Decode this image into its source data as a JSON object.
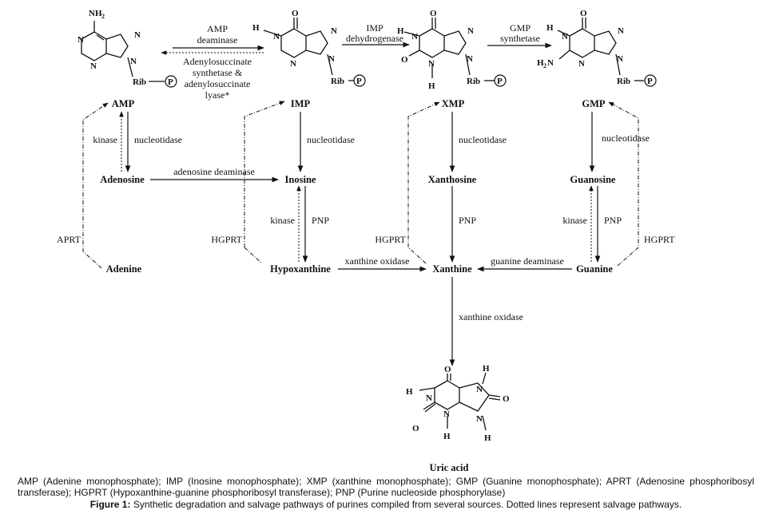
{
  "structures": {
    "amp": {
      "nh2": "NH",
      "nh2_sub": "2",
      "n": "N",
      "rib": "Rib",
      "p": "P"
    },
    "imp": {
      "h": "H",
      "n": "N",
      "o": "O",
      "rib": "Rib",
      "p": "P"
    },
    "xmp": {
      "h": "H",
      "n": "N",
      "o": "O",
      "rib": "Rib",
      "p": "P"
    },
    "gmp": {
      "h": "H",
      "n": "N",
      "o": "O",
      "h2n": "H",
      "h2n_sub": "2",
      "h2n_n": "N",
      "rib": "Rib",
      "p": "P"
    },
    "uric": {
      "h": "H",
      "n": "N",
      "o": "O"
    }
  },
  "top_reactions": {
    "amp_deaminase": [
      "AMP",
      "deaminase"
    ],
    "adenylosuccinate": [
      "Adenylosuccinate",
      "synthetase &",
      "adenylosuccinate",
      "lyase*"
    ],
    "imp_dehydrogenase": [
      "IMP",
      "dehydrogenase"
    ],
    "gmp_synthetase": [
      "GMP",
      "synthetase"
    ]
  },
  "nodes": {
    "amp": "AMP",
    "imp": "IMP",
    "xmp": "XMP",
    "gmp": "GMP",
    "adenosine": "Adenosine",
    "inosine": "Inosine",
    "xanthosine": "Xanthosine",
    "guanosine": "Guanosine",
    "adenine": "Adenine",
    "hypoxanthine": "Hypoxanthine",
    "xanthine": "Xanthine",
    "guanine": "Guanine",
    "uric_acid": "Uric acid"
  },
  "enzymes": {
    "kinase": "kinase",
    "nucleotidase": "nucleotidase",
    "adenosine_deaminase": "adenosine deaminase",
    "pnp": "PNP",
    "aprt": "APRT",
    "hgprt": "HGPRT",
    "xanthine_oxidase": "xanthine oxidase",
    "guanine_deaminase": "guanine deaminase"
  },
  "caption": {
    "abbreviations": "AMP (Adenine monophosphate); IMP (Inosine monophosphate); XMP (xanthine monophosphate); GMP (Guanine monophosphate); APRT (Adenosine phosphoribosyl transferase); HGPRT (Hypoxanthine-guanine phosphoribosyl transferase); PNP (Purine nucleoside phosphorylase)",
    "figure_label": "Figure 1:",
    "figure_text": "Synthetic degradation and salvage pathways of purines compiled from several sources. Dotted lines represent salvage pathways."
  }
}
